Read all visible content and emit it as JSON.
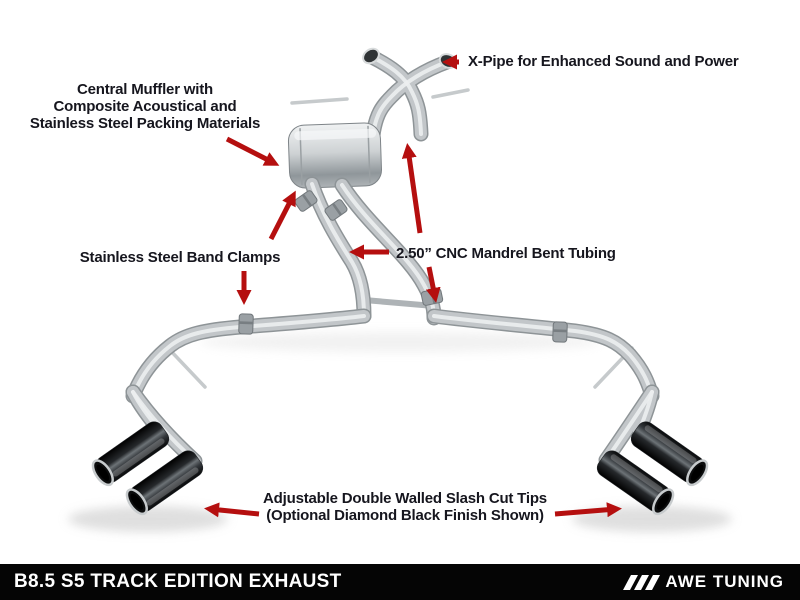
{
  "annotations": {
    "x_pipe": {
      "label": "X-Pipe for Enhanced Sound and Power"
    },
    "central_muffler": {
      "line1": "Central Muffler with",
      "line2": "Composite Acoustical and",
      "line3": "Stainless Steel Packing Materials"
    },
    "band_clamps": {
      "label": "Stainless Steel Band Clamps"
    },
    "tubing": {
      "label": "2.50” CNC Mandrel Bent Tubing"
    },
    "tips": {
      "line1": "Adjustable Double Walled Slash Cut Tips",
      "line2": "(Optional Diamond Black Finish Shown)"
    }
  },
  "footer": {
    "title": "B8.5 S5 TRACK EDITION EXHAUST",
    "brand": "AWE TUNING",
    "brand_icon": "diagonal-stripes-icon"
  },
  "colors": {
    "arrow": "#b50f0f",
    "label_text": "#16161e",
    "footer_bg": "#050505",
    "footer_text": "#ffffff"
  }
}
